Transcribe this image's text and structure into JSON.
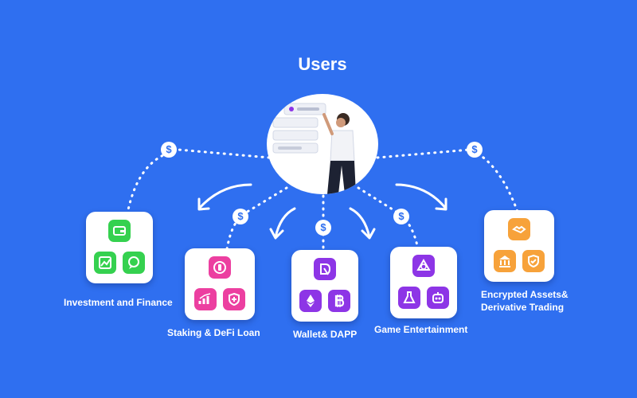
{
  "diagram": {
    "title": "Users",
    "currency_symbol": "$",
    "colors": {
      "background": "#2f6ff0",
      "green": "#35d14f",
      "pink": "#ec3fa0",
      "purple": "#8d35e6",
      "orange": "#f7a23a"
    },
    "nodes": [
      {
        "id": "investment",
        "label": "Investment and Finance",
        "color": "green",
        "icons": [
          "wallet-icon",
          "chart-icon",
          "chat-icon"
        ]
      },
      {
        "id": "staking",
        "label": "Staking & DeFi Loan",
        "color": "pink",
        "icons": [
          "coin-icon",
          "trend-icon",
          "shield-icon"
        ]
      },
      {
        "id": "wallet",
        "label": "Wallet& DAPP",
        "color": "purple",
        "icons": [
          "dapp-icon",
          "ethereum-icon",
          "bitcoin-icon"
        ]
      },
      {
        "id": "game",
        "label": "Game Entertainment",
        "color": "purple",
        "icons": [
          "shape-icon",
          "potion-icon",
          "robot-icon"
        ]
      },
      {
        "id": "assets",
        "label": "Encrypted Assets& Derivative Trading",
        "label_lines": [
          "Encrypted Assets&",
          "Derivative Trading"
        ],
        "color": "orange",
        "icons": [
          "handshake-icon",
          "bank-icon",
          "check-shield-icon"
        ]
      }
    ]
  }
}
